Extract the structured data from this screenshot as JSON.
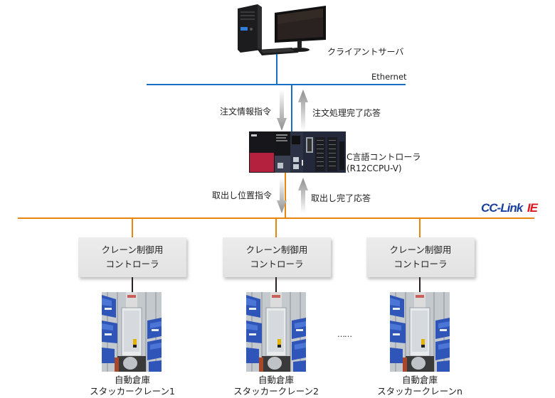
{
  "colors": {
    "ethernet": "#1a6fc4",
    "cclink": "#e8850f",
    "cclink_text": "#1a3f9c",
    "cclink_ie": "#e0161e",
    "controller_box": "#e6e6e6",
    "plc_red": "#b3213f"
  },
  "client": {
    "icon": "desktop-computer-icon",
    "label": "クライアントサーバ"
  },
  "networks": {
    "ethernet_label": "Ethernet",
    "cclink_label_main": "CC-Link",
    "cclink_label_suffix": "IE"
  },
  "upper_arrows": {
    "down_label": "注文情報指令",
    "up_label": "注文処理完了応答"
  },
  "plc": {
    "icon": "plc-controller-icon",
    "name_line1": "C言語コントローラ",
    "name_line2": "(R12CCPU-V)"
  },
  "lower_arrows": {
    "down_label": "取出し位置指令",
    "up_label": "取出し完了応答"
  },
  "stations": [
    {
      "controller_line1": "クレーン制御用",
      "controller_line2": "コントローラ",
      "caption_line1": "自動倉庫",
      "caption_line2": "スタッカークレーン1"
    },
    {
      "controller_line1": "クレーン制御用",
      "controller_line2": "コントローラ",
      "caption_line1": "自動倉庫",
      "caption_line2": "スタッカークレーン2"
    },
    {
      "controller_line1": "クレーン制御用",
      "controller_line2": "コントローラ",
      "caption_line1": "自動倉庫",
      "caption_line2": "スタッカークレーンn"
    }
  ],
  "ellipsis": "……"
}
